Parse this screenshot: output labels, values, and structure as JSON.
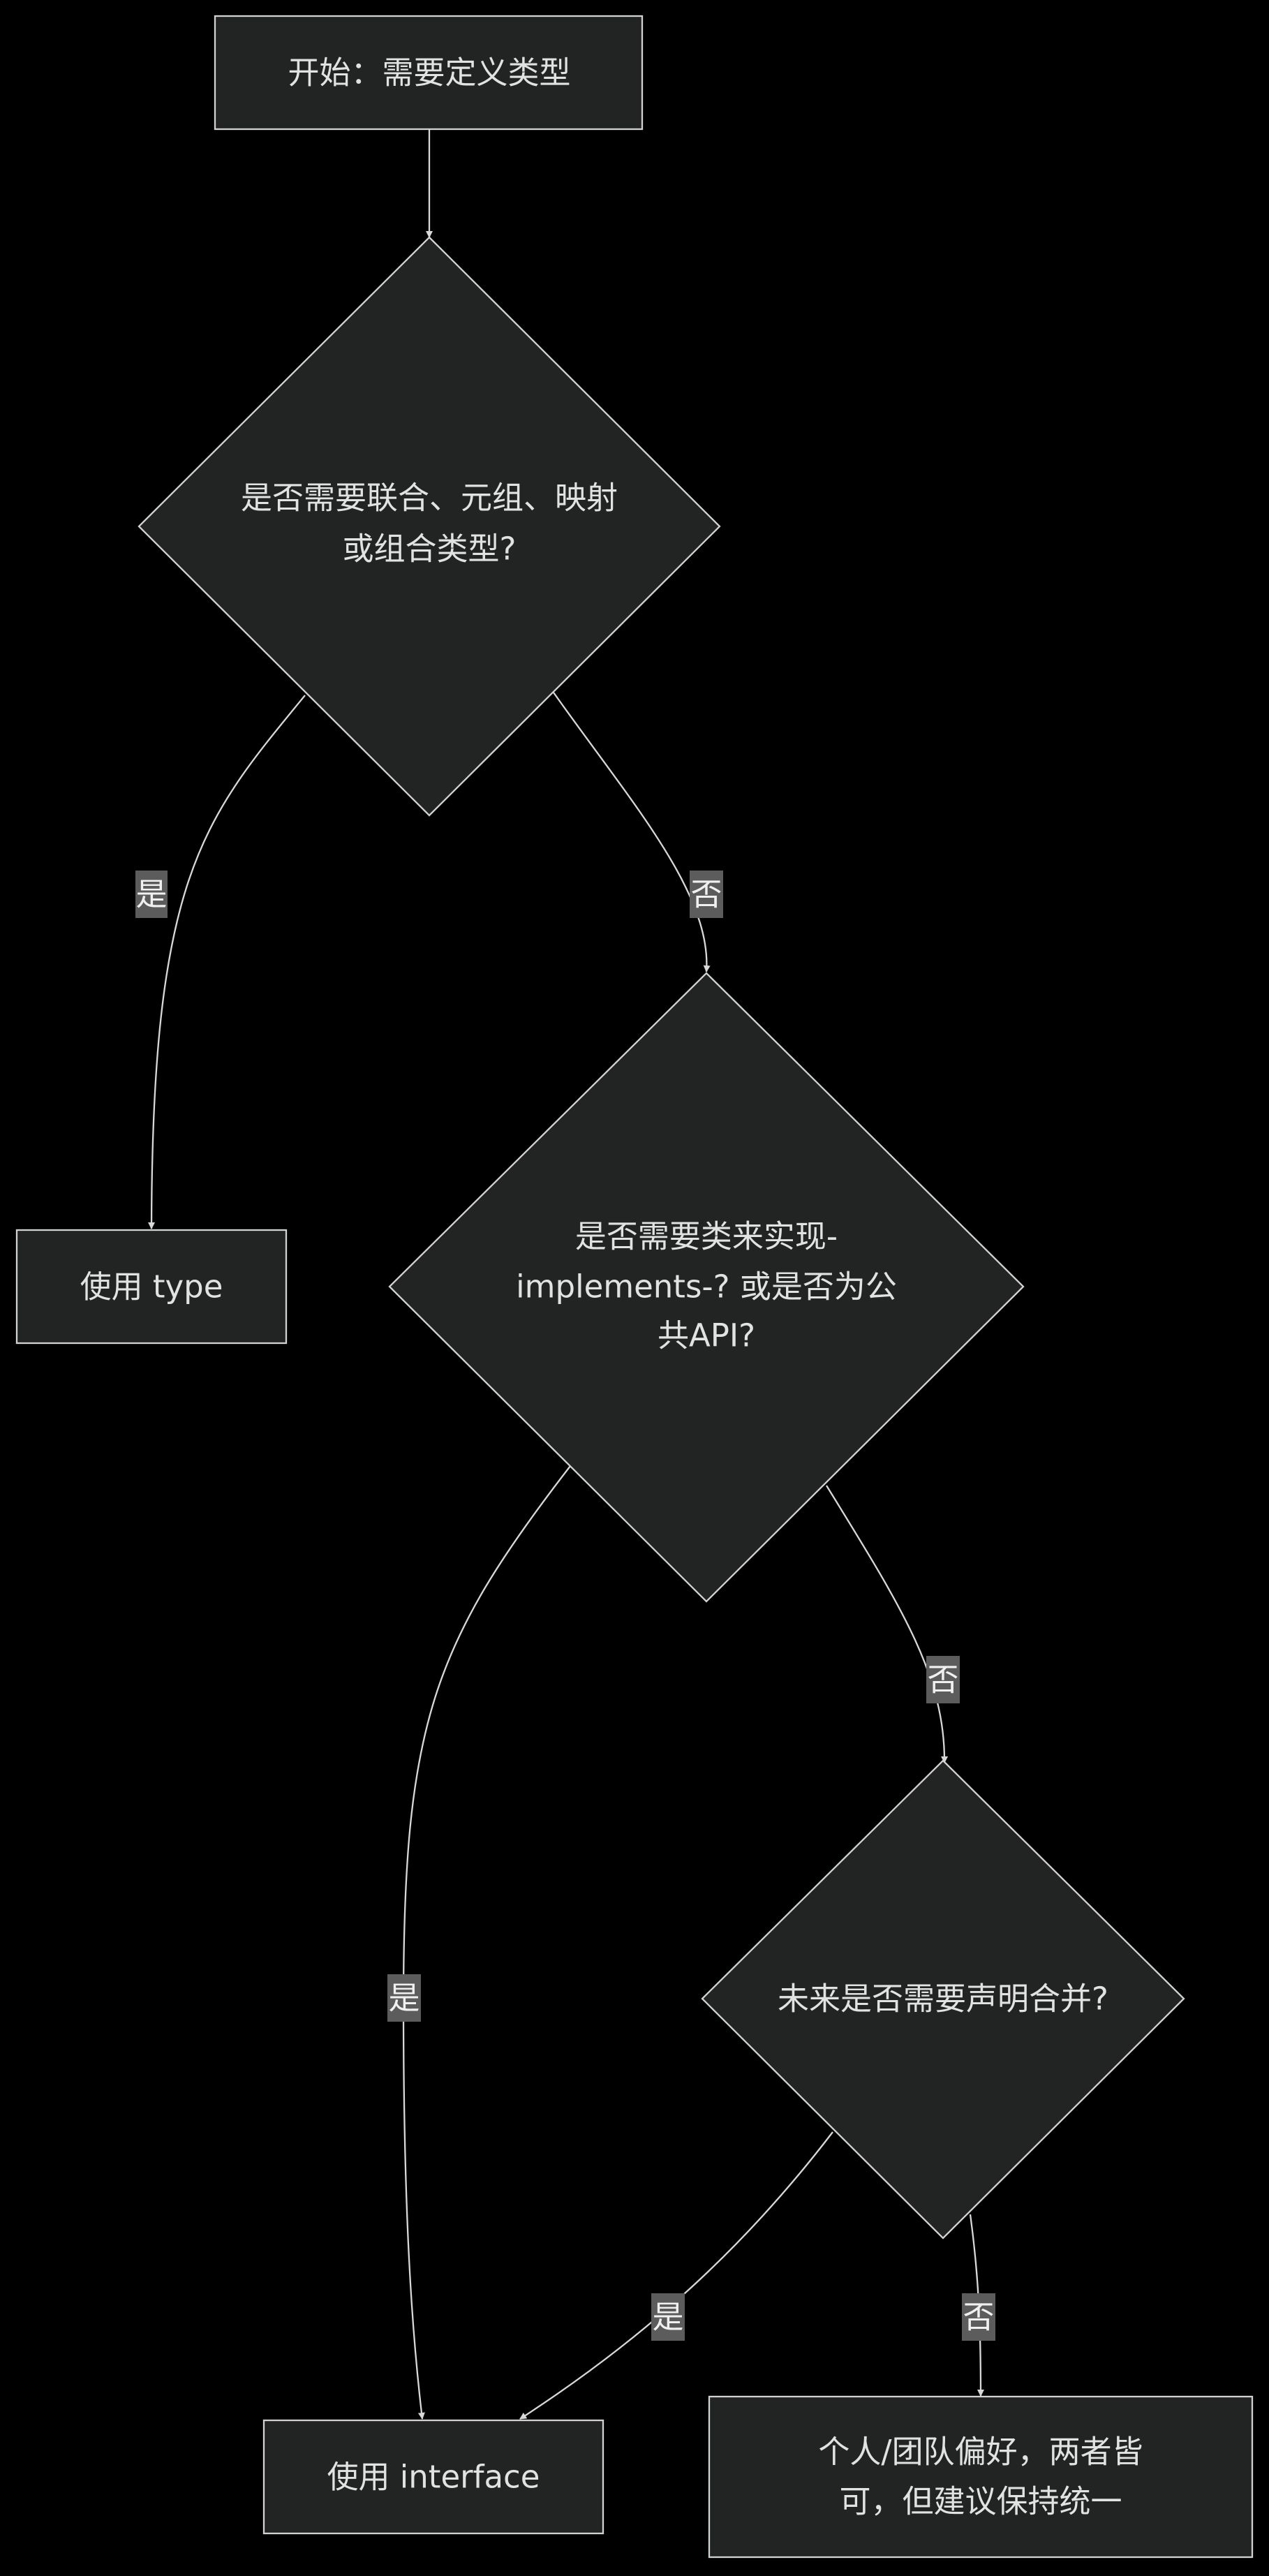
{
  "flowchart": {
    "nodes": {
      "start": {
        "text": "开始：需要定义类型"
      },
      "q1": {
        "line1": "是否需要联合、元组、映射",
        "line2": "或组合类型?"
      },
      "use_type": {
        "text": "使用 type"
      },
      "q2": {
        "line1": "是否需要类来实现-",
        "line2": "implements-?  或是否为公",
        "line3": "共API?"
      },
      "q3": {
        "text": "未来是否需要声明合并?"
      },
      "use_interface": {
        "text": "使用 interface"
      },
      "preference": {
        "line1": "个人/团队偏好，两者皆",
        "line2": "可，但建议保持统一"
      }
    },
    "edge_labels": {
      "q1_yes": "是",
      "q1_no": "否",
      "q2_yes": "是",
      "q2_no": "否",
      "q3_yes": "是",
      "q3_no": "否"
    }
  },
  "colors": {
    "background": "#000000",
    "node_fill": "#222424",
    "node_stroke": "#d2d2d2",
    "text": "#e2e2e2",
    "edge": "#d8d8d8",
    "edge_label_bg": "#5c5c5c"
  }
}
